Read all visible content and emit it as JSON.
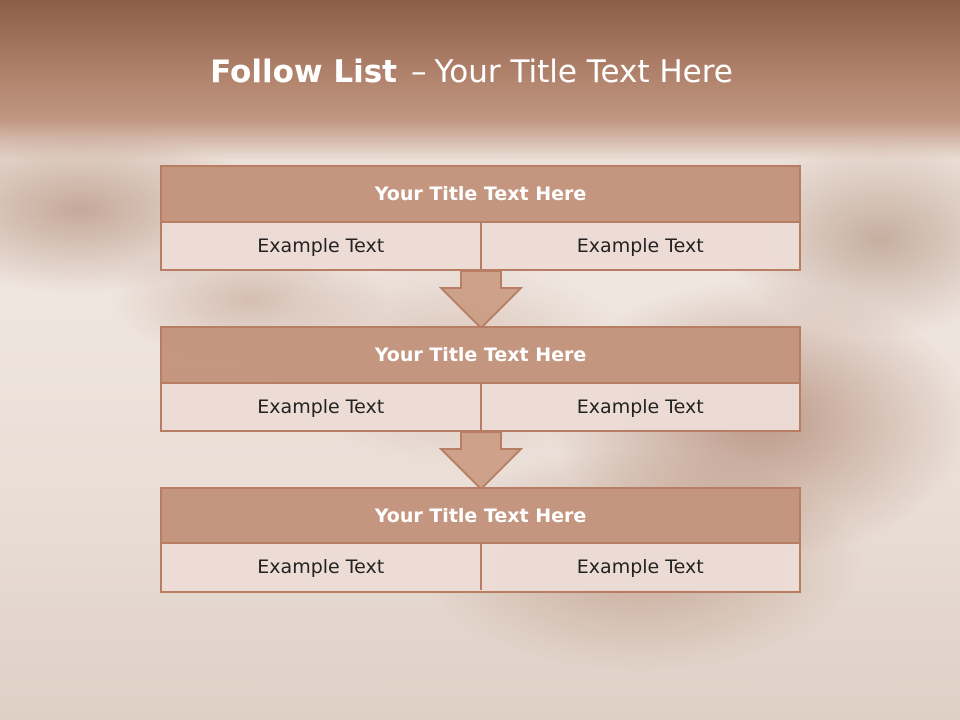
{
  "slide": {
    "title_bold": "Follow List",
    "title_separator": "–",
    "title_rest": "Your Title Text Here"
  },
  "blocks": [
    {
      "title": "Your Title Text Here",
      "left": "Example Text",
      "right": "Example Text"
    },
    {
      "title": "Your Title Text Here",
      "left": "Example Text",
      "right": "Example Text"
    },
    {
      "title": "Your Title Text Here",
      "left": "Example Text",
      "right": "Example Text"
    }
  ],
  "colors": {
    "accent": "#b77e63",
    "title_fill": "#be8c74",
    "header_band": "#a97863"
  },
  "icons": [
    "down-arrow-icon",
    "down-arrow-icon"
  ]
}
